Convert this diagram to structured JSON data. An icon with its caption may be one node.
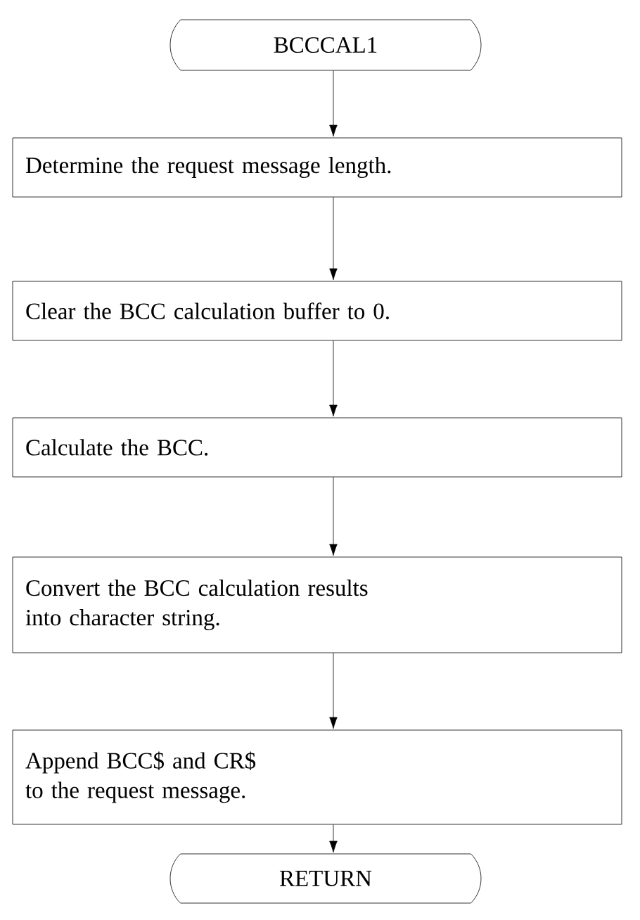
{
  "diagram": {
    "nodes": [
      {
        "text": [
          "BCCCAL1"
        ]
      },
      {
        "text": [
          "Determine the request message length."
        ]
      },
      {
        "text": [
          "Clear the BCC calculation buffer to 0."
        ]
      },
      {
        "text": [
          "Calculate the BCC."
        ]
      },
      {
        "text": [
          "Convert the BCC calculation results into character string."
        ]
      },
      {
        "text": [
          "Append BCC$ and CR$ to the request message."
        ]
      },
      {
        "text": [
          "RETURN"
        ]
      }
    ],
    "edges": [
      {
        "from": 0,
        "to": 1,
        "arrow": "to"
      },
      {
        "from": 1,
        "to": 2,
        "arrow": "to"
      },
      {
        "from": 2,
        "to": 3,
        "arrow": "to"
      },
      {
        "from": 3,
        "to": 4,
        "arrow": "to"
      },
      {
        "from": 4,
        "to": 5,
        "arrow": "to"
      },
      {
        "from": 5,
        "to": 6,
        "arrow": "to"
      }
    ]
  }
}
